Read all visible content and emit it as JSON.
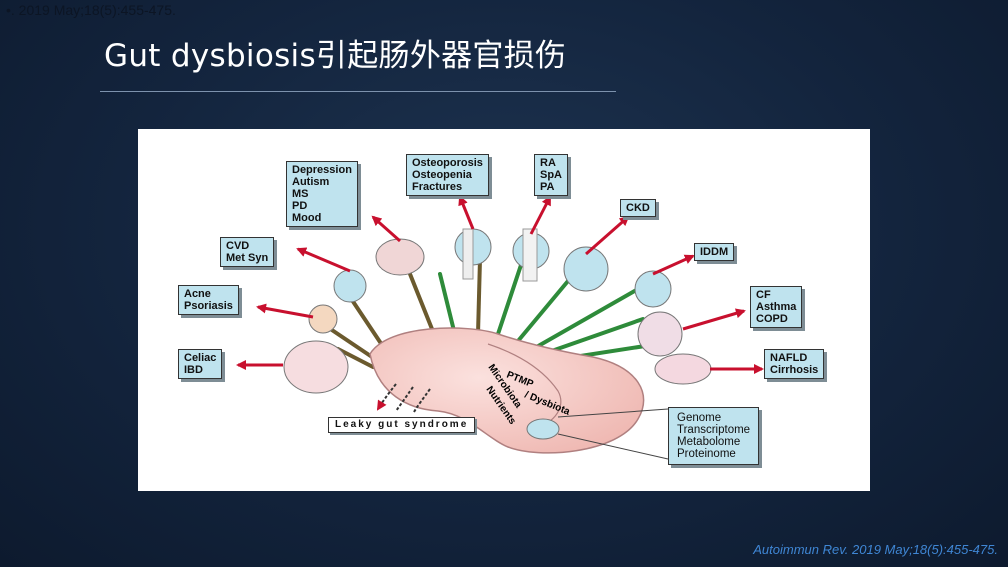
{
  "top_note": "•. 2019 May;18(5):455-475.",
  "slide_title": "Gut dysbiosis引起肠外器官损伤",
  "citation": "Autoimmun Rev. 2019 May;18(5):455-475.",
  "diagram": {
    "labels": {
      "depression": "Depression\nAutism\nMS\nPD\nMood",
      "osteoporosis": "Osteoporosis\nOsteopenia\nFractures",
      "ra": "RA\nSpA\nPA",
      "ckd": "CKD",
      "cvd": "CVD\nMet Syn",
      "iddm": "IDDM",
      "acne": "Acne\nPsoriasis",
      "cf": "CF\nAsthma\nCOPD",
      "celiac": "Celiac\nIBD",
      "nafld": "NAFLD\nCirrhosis",
      "omics": "Genome\nTranscriptome\nMetabolome\nProteinome",
      "leaky": "Leaky gut syndrome"
    },
    "gut_text": {
      "ptmp": "PTMP",
      "microbiota": "Microbiota",
      "dysbiota": "/ Dysbiota",
      "nutrients": "Nutrients"
    },
    "colors": {
      "label_fill": "#bfe3ee",
      "arrow": "#c8102e",
      "stalk": "#2e8b3a",
      "gut": "#f4c8c4"
    }
  }
}
